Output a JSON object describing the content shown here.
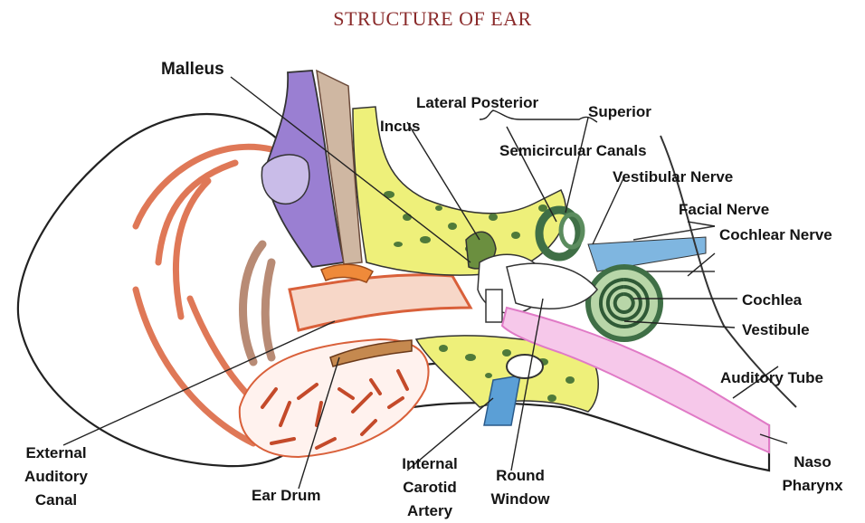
{
  "title": "STRUCTURE OF EAR",
  "labels": {
    "malleus": "Malleus",
    "lateral_posterior": "Lateral Posterior",
    "superior": "Superior",
    "incus": "Incus",
    "semicircular_canals": "Semicircular Canals",
    "vestibular_nerve": "Vestibular Nerve",
    "facial_nerve": "Facial Nerve",
    "cochlear_nerve": "Cochlear Nerve",
    "cochlea": "Cochlea",
    "vestibule": "Vestibule",
    "auditory_tube": "Auditory Tube",
    "external_auditory_canal": [
      "External",
      "Auditory",
      "Canal"
    ],
    "ear_drum": "Ear Drum",
    "internal_carotid_artery": [
      "Internal",
      "Carotid",
      "Artery"
    ],
    "round_window": [
      "Round",
      "Window"
    ],
    "naso_pharynx": [
      "Naso",
      "Pharynx"
    ]
  },
  "colors": {
    "title": "#8a2a2a",
    "outer_ear": "#d9603a",
    "bone_yellow": "#eef07a",
    "bone_spots": "#4f7a3a",
    "malleus": "#9a7fd2",
    "semicircular": "#3f6f46",
    "nerves": "#7fb6e0",
    "auditory_tube": "#f0a0d8",
    "ear_drum": "#c5894f"
  }
}
